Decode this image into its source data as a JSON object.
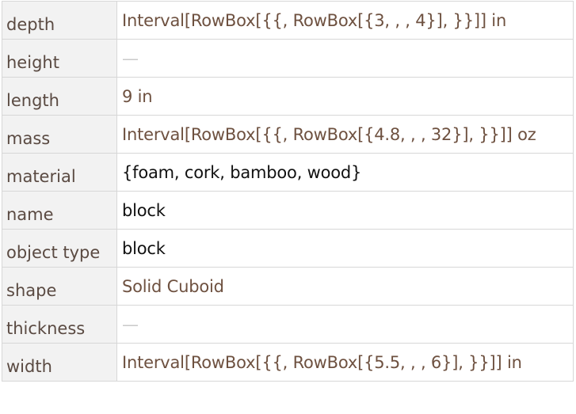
{
  "rows": [
    {
      "key": "depth",
      "value": "Interval[RowBox[{{, RowBox[{3,  , , 4}], }}]] in",
      "tone": "brown"
    },
    {
      "key": "height",
      "value": "—",
      "tone": "dash"
    },
    {
      "key": "length",
      "value": "9 in",
      "tone": "brown"
    },
    {
      "key": "mass",
      "value": "Interval[RowBox[{{, RowBox[{4.8,  , , 32}], }}]] oz",
      "tone": "brown"
    },
    {
      "key": "material",
      "value": "{foam, cork, bamboo, wood}",
      "tone": "black"
    },
    {
      "key": "name",
      "value": "block",
      "tone": "black"
    },
    {
      "key": "object type",
      "value": "block",
      "tone": "black"
    },
    {
      "key": "shape",
      "value": "Solid Cuboid",
      "tone": "brown"
    },
    {
      "key": "thickness",
      "value": "—",
      "tone": "dash"
    },
    {
      "key": "width",
      "value": "Interval[RowBox[{{, RowBox[{5.5,  , , 6}], }}]] in",
      "tone": "brown"
    }
  ],
  "colors": {
    "key_text": "#5a4a42",
    "value_brown": "#6e5140",
    "value_black": "#111111",
    "missing_dash": "#c9c9c9",
    "key_background": "#f2f2f2",
    "border": "#d7d7d7"
  }
}
